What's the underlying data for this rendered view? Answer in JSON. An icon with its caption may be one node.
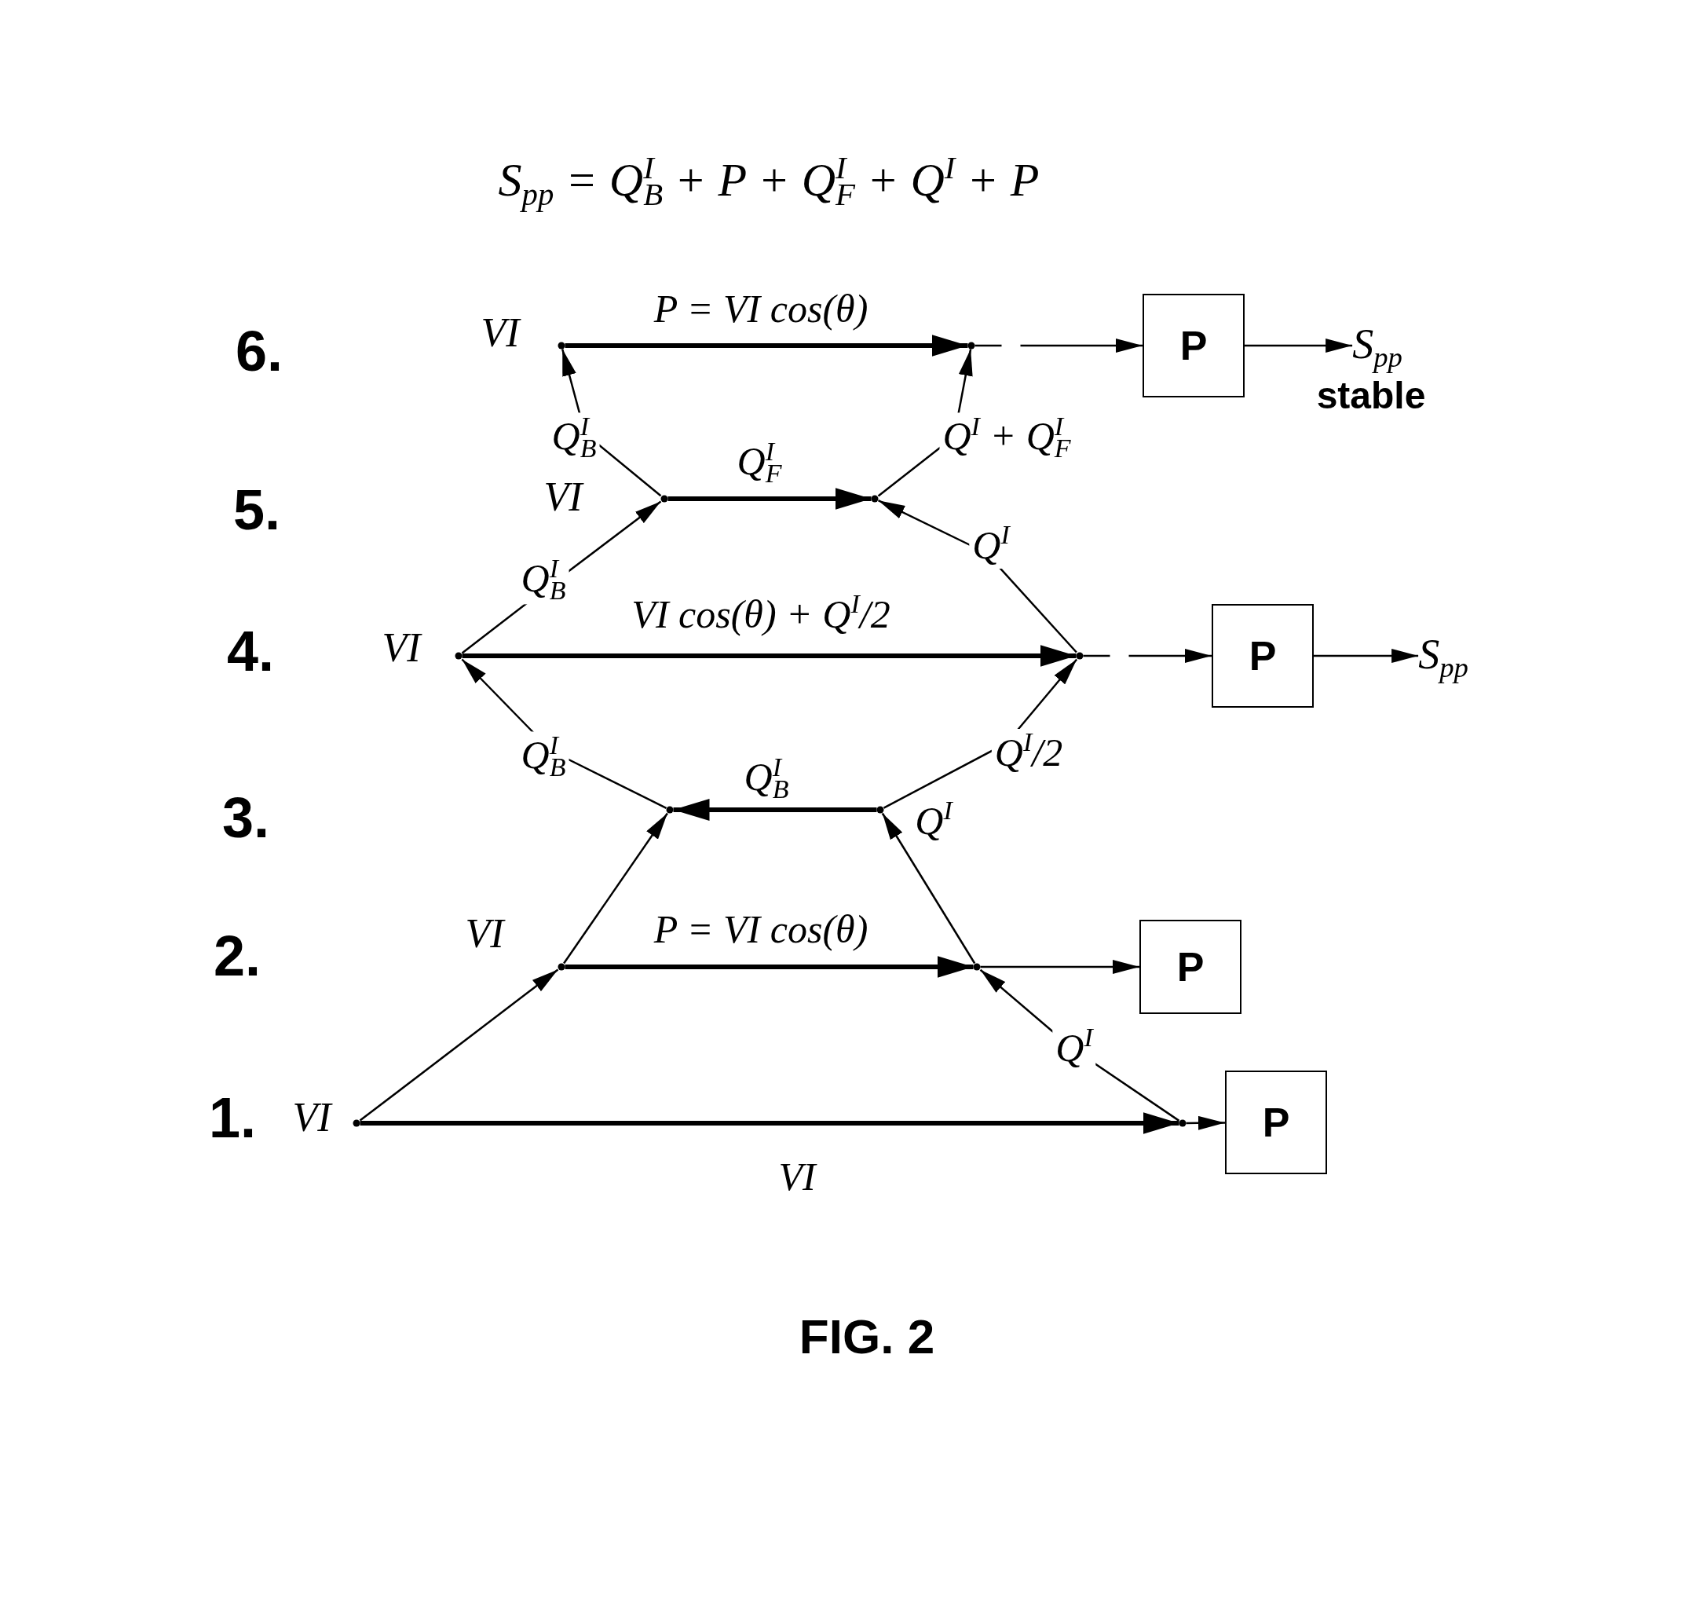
{
  "diagram": {
    "title": "S$_{pp}$ = Q$^{I}$$_{B}$ + P + Q$^{I}$$_{F}$ + Q$^{I}$ + P",
    "caption": "FIG. 2",
    "nodes": [
      {
        "text": [],
        "shape": "point",
        "beside": [
          "VI"
        ]
      },
      {
        "text": [],
        "shape": "point"
      },
      {
        "text": [
          "P"
        ]
      },
      {
        "text": [
          "S$_{pp}$"
        ],
        "beside": [
          "stable"
        ]
      },
      {
        "text": [],
        "shape": "point",
        "beside": [
          "VI"
        ]
      },
      {
        "text": [],
        "shape": "point"
      },
      {
        "text": [],
        "shape": "point",
        "beside": [
          "VI"
        ]
      },
      {
        "text": [],
        "shape": "point"
      },
      {
        "text": [
          "P"
        ]
      },
      {
        "text": [
          "S$_{pp}$"
        ]
      },
      {
        "text": [],
        "shape": "point"
      },
      {
        "text": [],
        "shape": "point"
      },
      {
        "text": [],
        "shape": "point",
        "beside": [
          "VI"
        ]
      },
      {
        "text": [],
        "shape": "point"
      },
      {
        "text": [
          "P"
        ]
      },
      {
        "text": [],
        "shape": "point",
        "beside": [
          "VI"
        ]
      },
      {
        "text": [],
        "shape": "point"
      },
      {
        "text": [
          "P"
        ]
      }
    ],
    "edges": [
      {
        "from": 0,
        "to": 1,
        "arrow": "to",
        "label": "P = VI cos(θ)",
        "style": "thick"
      },
      {
        "from": 1,
        "to": 2,
        "arrow": "to",
        "style": "dashed"
      },
      {
        "from": 2,
        "to": 3,
        "arrow": "to"
      },
      {
        "from": 4,
        "to": 0,
        "arrow": "to",
        "label": "Q$^{I}$$_{B}$"
      },
      {
        "from": 5,
        "to": 1,
        "arrow": "to",
        "label": "Q$^{I}$ + Q$^{I}$$_{F}$"
      },
      {
        "from": 4,
        "to": 5,
        "arrow": "to",
        "label": "Q$^{I}$$_{F}$",
        "style": "thick"
      },
      {
        "from": 6,
        "to": 4,
        "arrow": "to",
        "label": "Q$^{I}$$_{B}$"
      },
      {
        "from": 7,
        "to": 5,
        "arrow": "to",
        "label": "Q$^{I}$"
      },
      {
        "from": 6,
        "to": 7,
        "arrow": "to",
        "label": "VI cos(θ) + Q$^{I}$/2",
        "style": "thick"
      },
      {
        "from": 7,
        "to": 8,
        "arrow": "to",
        "style": "dashed"
      },
      {
        "from": 8,
        "to": 9,
        "arrow": "to"
      },
      {
        "from": 10,
        "to": 6,
        "arrow": "to",
        "label": "Q$^{I}$$_{B}$"
      },
      {
        "from": 11,
        "to": 7,
        "arrow": "to",
        "label": "Q$^{I}$/2"
      },
      {
        "from": 11,
        "to": 10,
        "arrow": "to",
        "label": "Q$^{I}$$_{B}$",
        "style": "thick"
      },
      {
        "from": 12,
        "to": 10,
        "arrow": "to"
      },
      {
        "from": 13,
        "to": 11,
        "arrow": "to",
        "label": "Q$^{I}$"
      },
      {
        "from": 12,
        "to": 13,
        "arrow": "to",
        "label": "P = VI cos(θ)",
        "style": "thick"
      },
      {
        "from": 13,
        "to": 14,
        "arrow": "to"
      },
      {
        "from": 15,
        "to": 12,
        "arrow": "to"
      },
      {
        "from": 16,
        "to": 13,
        "arrow": "to",
        "label": "Q$^{I}$"
      },
      {
        "from": 15,
        "to": 16,
        "arrow": "to",
        "label": "VI",
        "style": "thick"
      },
      {
        "from": 16,
        "to": 17,
        "arrow": "to"
      }
    ],
    "labels": [
      "6.",
      "5.",
      "4.",
      "3.",
      "2.",
      "1."
    ]
  }
}
